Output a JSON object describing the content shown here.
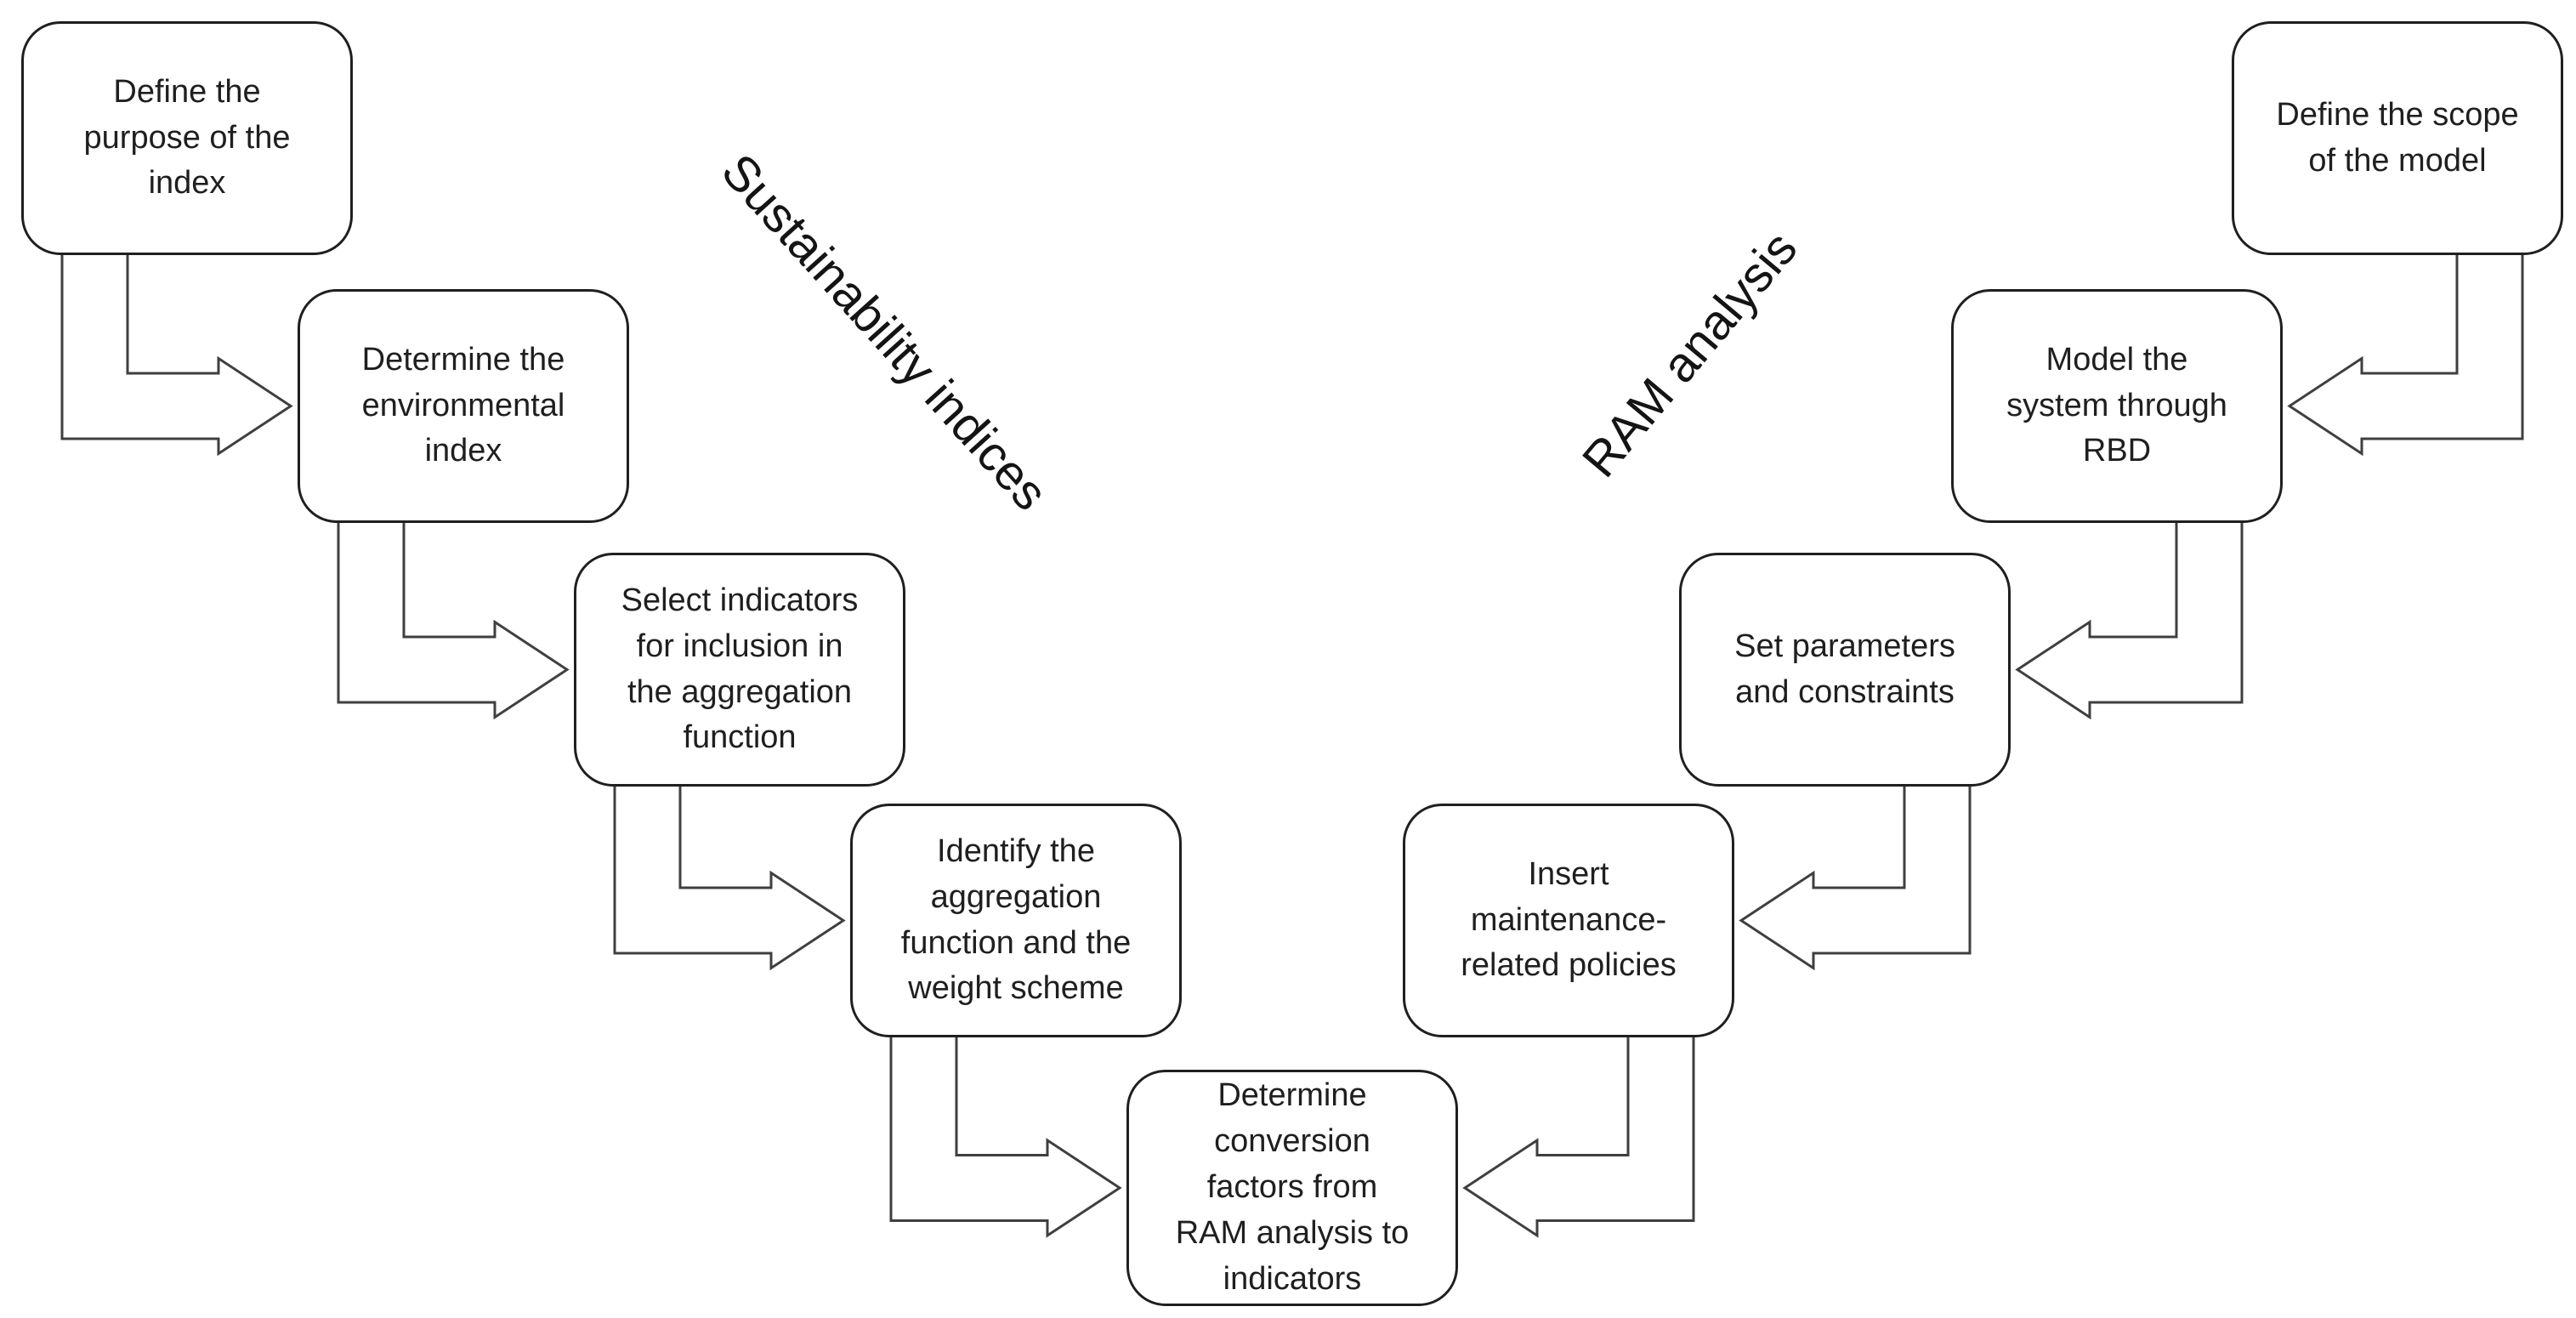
{
  "diagram": {
    "left_flow": {
      "label": "Sustainability indices",
      "steps": [
        {
          "label": "Define the\npurpose of the\nindex"
        },
        {
          "label": "Determine the\nenvironmental\nindex"
        },
        {
          "label": "Select indicators\nfor inclusion in\nthe aggregation\nfunction"
        },
        {
          "label": "Identify the\naggregation\nfunction and the\nweight scheme"
        }
      ]
    },
    "right_flow": {
      "label": "RAM analysis",
      "steps": [
        {
          "label": "Define the scope\nof the model"
        },
        {
          "label": "Model the\nsystem through\nRBD"
        },
        {
          "label": "Set parameters\nand constraints"
        },
        {
          "label": "Insert\nmaintenance-\nrelated policies"
        }
      ]
    },
    "merge_step": {
      "label": "Determine\nconversion\nfactors from\nRAM analysis to\nindicators"
    },
    "colors": {
      "background": "#ffffff",
      "box_fill": "#ffffff",
      "box_border": "#1f1f1f",
      "arrow_outline": "#3f3f3f",
      "text": "#1f1f1f"
    }
  }
}
